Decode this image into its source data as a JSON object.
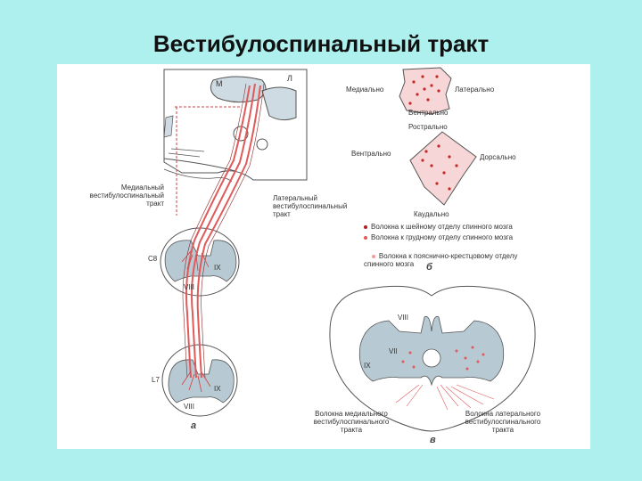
{
  "title": "Вестибулоспинальный тракт",
  "colors": {
    "background": "#aef0ee",
    "tract": "#e05a5a",
    "grey_matter": "#b7c9d3",
    "outline": "#444444"
  },
  "panel_a": {
    "letter": "а",
    "label_m": "М",
    "label_l": "Л",
    "medial_tract": "Медиальный\nвестибулоспинальный\nтракт",
    "lateral_tract": "Латеральный\nвестибулоспинальный\nтракт",
    "cervical": {
      "left": "C8",
      "right": "IX",
      "bottom": "VIII"
    },
    "lumbar": {
      "left": "L7",
      "right": "IX",
      "bottom": "VIII"
    }
  },
  "panel_b": {
    "letter": "б",
    "medial": "Медиально",
    "lateral": "Латерально",
    "ventral_top": "Вентрально",
    "rostral": "Рострально",
    "ventral_side": "Вентрально",
    "dorsal": "Дорсально",
    "caudal": "Каудально",
    "legend": [
      {
        "text": "Волокна к шейному отделу спинного мозга",
        "color": "#b71c1c"
      },
      {
        "text": "Волокна к грудному отделу спинного мозга",
        "color": "#e05a5a"
      },
      {
        "text": "Волокна к пояснично-крестцовому отделу\nспинного мозга",
        "color": "#f29c9c"
      }
    ]
  },
  "panel_c": {
    "letter": "в",
    "medial_fibers": "Волокна медиального\nвестибулоспинального\nтракта",
    "lateral_fibers": "Волокна латерального\nвестибулоспинального\nтракта",
    "lamina_top": "VIII",
    "lamina_left": "IX",
    "lamina_mid": "VII"
  }
}
